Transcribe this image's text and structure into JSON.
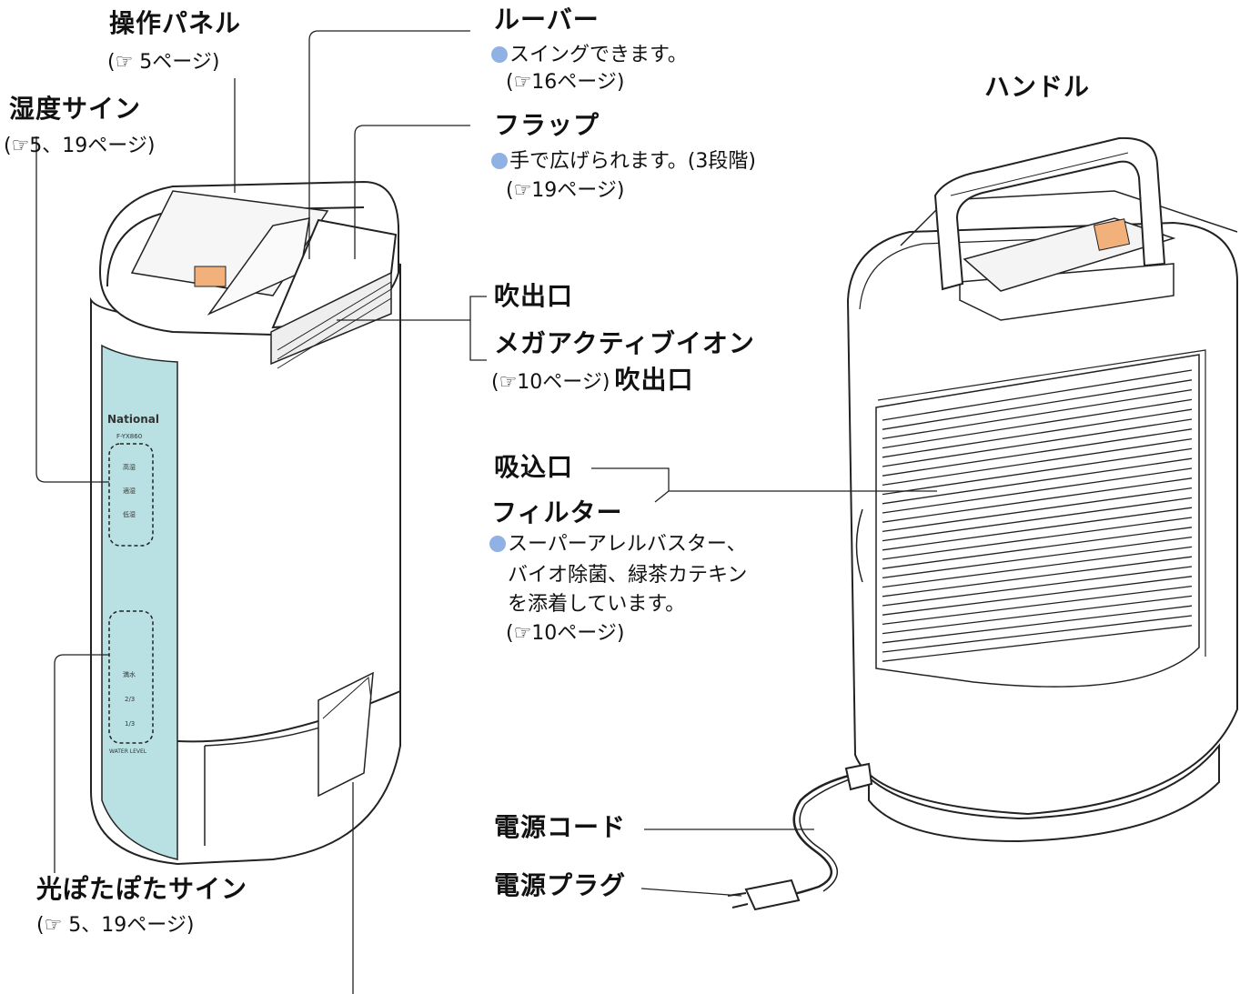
{
  "colors": {
    "accent_panel": "#b9e1e4",
    "bullet": "#8fb1e3",
    "button_orange": "#f2b07a",
    "line": "#222222"
  },
  "labels": {
    "operation_panel": {
      "title": "操作パネル",
      "ref": "(☞ 5ページ)"
    },
    "humidity_sign": {
      "title": "湿度サイン",
      "ref": "(☞5、19ページ)"
    },
    "louver": {
      "title": "ルーバー",
      "note": "スイングできます。",
      "ref": "(☞16ページ)"
    },
    "flap": {
      "title": "フラップ",
      "note": "手で広げられます。(3段階)",
      "ref": "(☞19ページ)"
    },
    "outlet": {
      "title": "吹出口"
    },
    "mega_active_ion": {
      "title": "メガアクティブイオン",
      "ref": "(☞10ページ)",
      "suffix": "吹出口"
    },
    "handle": {
      "title": "ハンドル"
    },
    "inlet": {
      "title": "吸込口"
    },
    "filter": {
      "title": "フィルター",
      "note_lines": [
        "スーパーアレルバスター、",
        "バイオ除菌、緑茶カテキン",
        "を添着しています。"
      ],
      "ref": "(☞10ページ)"
    },
    "power_cord": {
      "title": "電源コード"
    },
    "power_plug": {
      "title": "電源プラグ"
    },
    "light_sign": {
      "title": "光ぽたぽたサイン",
      "ref": "(☞ 5、19ページ)"
    }
  },
  "device": {
    "brand": "National",
    "model": "F-YX860",
    "humidity_levels": [
      "高湿",
      "適湿",
      "低湿"
    ],
    "water_levels": [
      "満水",
      "2/3",
      "1/3"
    ],
    "water_level_text": "WATER LEVEL"
  }
}
